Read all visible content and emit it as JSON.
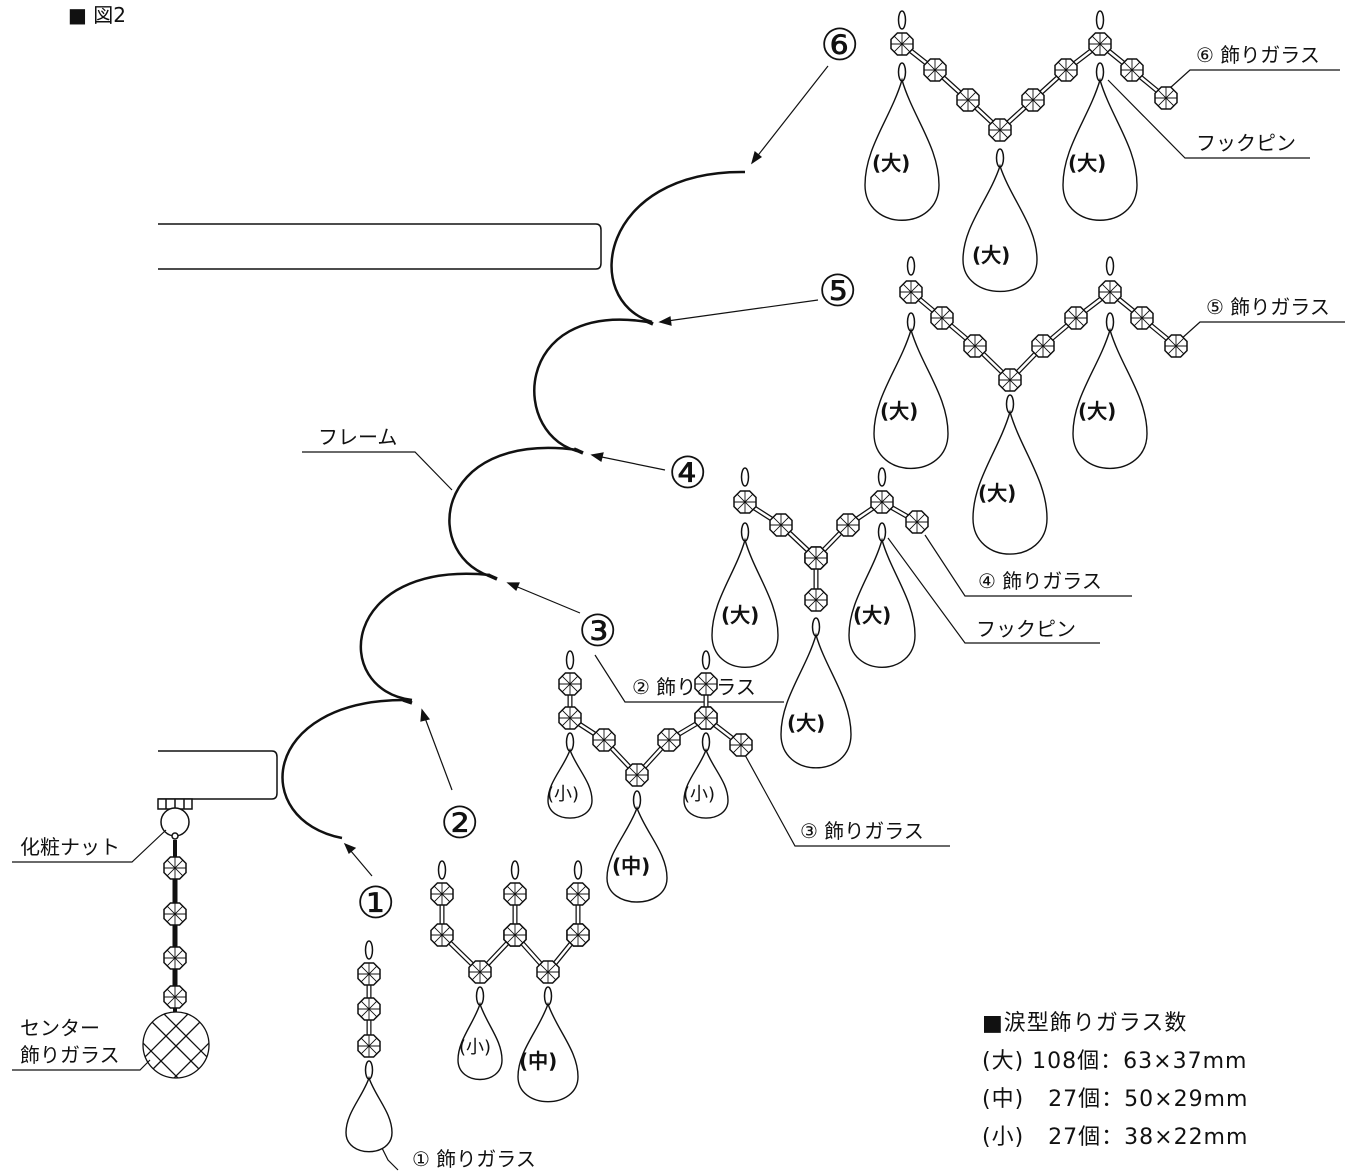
{
  "figure_title": "■ 図2",
  "labels": {
    "frame": "フレーム",
    "cosmetic_nut": "化粧ナット",
    "center_glass_line1": "センター",
    "center_glass_line2": "飾りガラス",
    "hook_pin": "フックピン"
  },
  "stage_numbers": [
    "①",
    "②",
    "③",
    "④",
    "⑤",
    "⑥"
  ],
  "glass_labels": {
    "g1": "① 飾りガラス",
    "g2": "② 飾りガラス",
    "g3": "③ 飾りガラス",
    "g4": "④ 飾りガラス",
    "g5": "⑤ 飾りガラス",
    "g6": "⑥ 飾りガラス"
  },
  "sizes": {
    "large": "(大)",
    "medium": "(中)",
    "small": "(小)"
  },
  "legend": {
    "title": "■涙型飾りガラス数",
    "rows": [
      "(大) 108個：63×37mm",
      "(中)   27個：50×29mm",
      "(小)   27個：38×22mm"
    ]
  },
  "colors": {
    "line": "#111111",
    "background": "#ffffff"
  }
}
